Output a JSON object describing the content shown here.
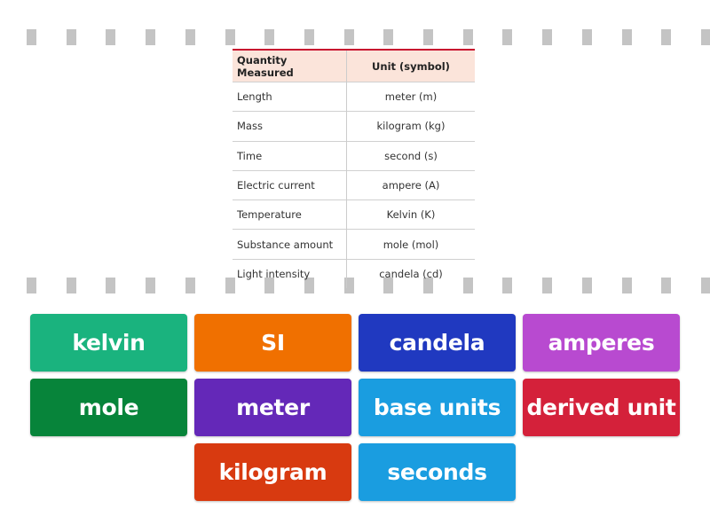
{
  "table": {
    "headers": [
      "Quantity Measured",
      "Unit (symbol)"
    ],
    "rows": [
      [
        "Length",
        "meter (m)"
      ],
      [
        "Mass",
        "kilogram (kg)"
      ],
      [
        "Time",
        "second (s)"
      ],
      [
        "Electric current",
        "ampere (A)"
      ],
      [
        "Temperature",
        "Kelvin (K)"
      ],
      [
        "Substance amount",
        "mole (mol)"
      ],
      [
        "Light intensity",
        "candela (cd)"
      ]
    ]
  },
  "tiles": [
    {
      "label": "kelvin",
      "color": "#1ab37e"
    },
    {
      "label": "SI",
      "color": "#f07000"
    },
    {
      "label": "candela",
      "color": "#2039c0"
    },
    {
      "label": "amperes",
      "color": "#b84ad0"
    },
    {
      "label": "mole",
      "color": "#07843a"
    },
    {
      "label": "meter",
      "color": "#6428b8"
    },
    {
      "label": "base units",
      "color": "#1a9de0"
    },
    {
      "label": "derived unit",
      "color": "#d4213a"
    },
    {
      "label": "kilogram",
      "color": "#d83a10"
    },
    {
      "label": "seconds",
      "color": "#1a9de0"
    }
  ]
}
